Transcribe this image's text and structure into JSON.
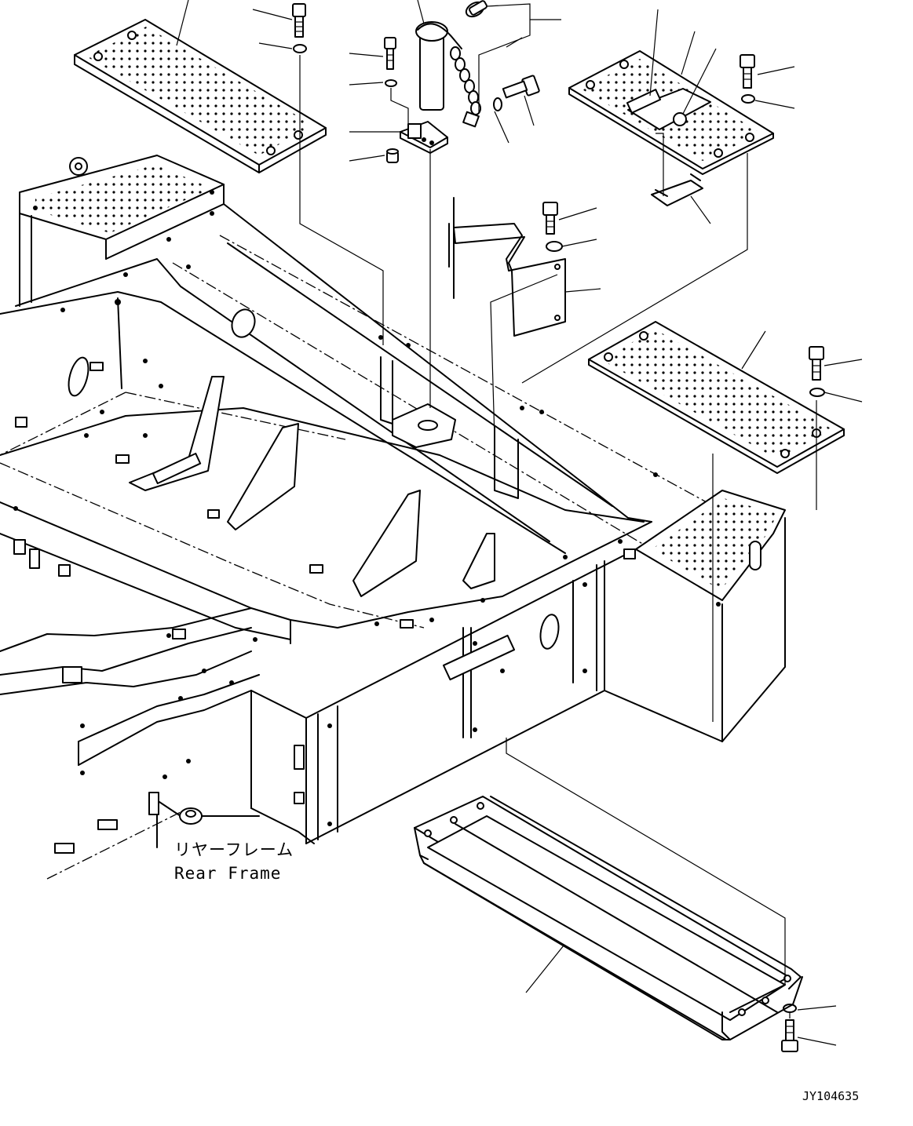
{
  "labels": {
    "frame_jp": "リヤーフレーム",
    "frame_en": "Rear Frame",
    "drawing_code": "JY104635"
  }
}
